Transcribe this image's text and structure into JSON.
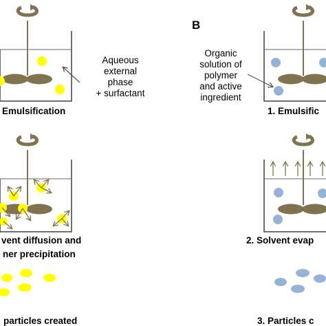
{
  "panel_label_b": "B",
  "left": {
    "step1": "Emulsification",
    "annotation": [
      "Aqueous",
      "external",
      "phase",
      "+ surfactant"
    ],
    "step2_line1": "vent diffusion and",
    "step2_line2": "ner precipitation",
    "step3": "particles created",
    "particle_color": "#ffff00"
  },
  "right": {
    "annotation": [
      "Organic",
      "solution of",
      "polymer",
      "and active",
      "ingredient"
    ],
    "step1": "1. Emulsific",
    "step2": "2. Solvent evap",
    "step3": "3. Particles c",
    "particle_color": "#95b3d7"
  },
  "colors": {
    "stirrer": "#7f7350",
    "outline": "#404040",
    "arrow": "#7f7350",
    "liquid_line": "#666666"
  }
}
